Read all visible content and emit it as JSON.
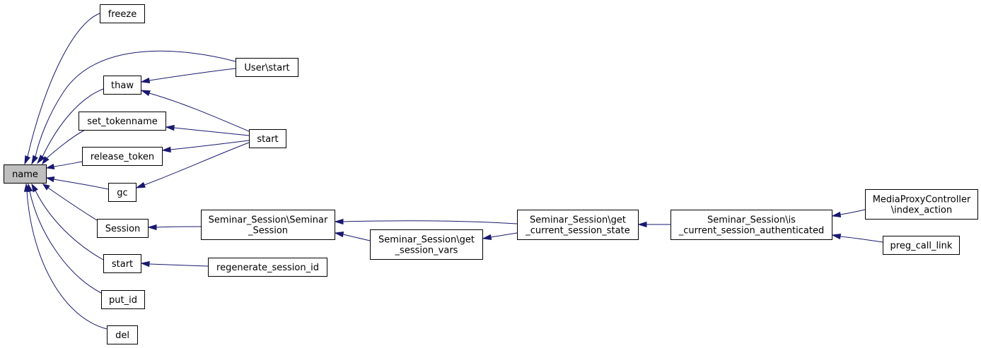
{
  "graph": {
    "edge_color": "#191970",
    "highlight_fill": "#bfbfbf",
    "nodes": {
      "name": {
        "label": [
          "name"
        ],
        "current": true
      },
      "freeze": {
        "label": [
          "freeze"
        ]
      },
      "user_start": {
        "label": [
          "User\\start"
        ]
      },
      "thaw": {
        "label": [
          "thaw"
        ]
      },
      "set_tokenname": {
        "label": [
          "set_tokenname"
        ]
      },
      "start_a": {
        "label": [
          "start"
        ]
      },
      "release_token": {
        "label": [
          "release_token"
        ]
      },
      "gc": {
        "label": [
          "gc"
        ]
      },
      "session": {
        "label": [
          "Session"
        ]
      },
      "seminar_session": {
        "label": [
          "Seminar_Session\\Seminar",
          "_Session"
        ]
      },
      "get_session_vars": {
        "label": [
          "Seminar_Session\\get",
          "_session_vars"
        ]
      },
      "get_current_session_state": {
        "label": [
          "Seminar_Session\\get",
          "_current_session_state"
        ]
      },
      "is_current_session_authenticated": {
        "label": [
          "Seminar_Session\\is",
          "_current_session_authenticated"
        ]
      },
      "mediaproxy_index_action": {
        "label": [
          "MediaProxyController",
          "\\index_action"
        ]
      },
      "preg_call_link": {
        "label": [
          "preg_call_link"
        ]
      },
      "start_b": {
        "label": [
          "start"
        ]
      },
      "regenerate_session_id": {
        "label": [
          "regenerate_session_id"
        ]
      },
      "put_id": {
        "label": [
          "put_id"
        ]
      },
      "del": {
        "label": [
          "del"
        ]
      }
    },
    "edges": [
      [
        "freeze",
        "name"
      ],
      [
        "user_start",
        "name"
      ],
      [
        "thaw",
        "name"
      ],
      [
        "set_tokenname",
        "name"
      ],
      [
        "release_token",
        "name"
      ],
      [
        "gc",
        "name"
      ],
      [
        "session",
        "name"
      ],
      [
        "start_b",
        "name"
      ],
      [
        "put_id",
        "name"
      ],
      [
        "del",
        "name"
      ],
      [
        "user_start",
        "thaw"
      ],
      [
        "start_a",
        "thaw"
      ],
      [
        "start_a",
        "set_tokenname"
      ],
      [
        "start_a",
        "release_token"
      ],
      [
        "start_a",
        "gc"
      ],
      [
        "seminar_session",
        "session"
      ],
      [
        "regenerate_session_id",
        "start_b"
      ],
      [
        "get_current_session_state",
        "seminar_session"
      ],
      [
        "get_session_vars",
        "seminar_session"
      ],
      [
        "get_current_session_state",
        "get_session_vars"
      ],
      [
        "is_current_session_authenticated",
        "get_current_session_state"
      ],
      [
        "mediaproxy_index_action",
        "is_current_session_authenticated"
      ],
      [
        "preg_call_link",
        "is_current_session_authenticated"
      ]
    ]
  }
}
